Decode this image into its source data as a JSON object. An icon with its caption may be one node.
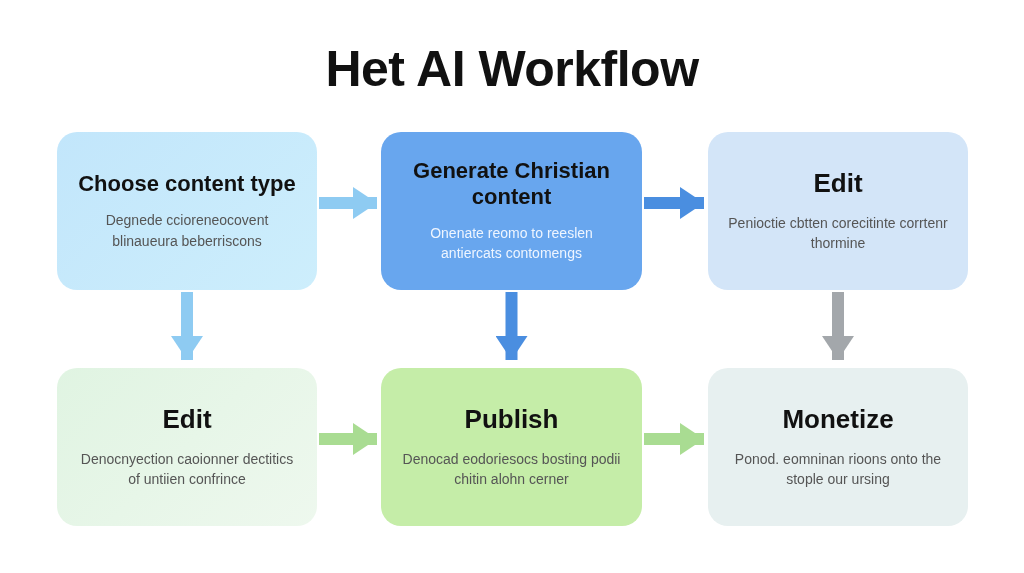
{
  "diagram": {
    "title": "Het AI Workflow",
    "nodes": [
      {
        "text": [
          "Choose content type",
          "Degnede ccioreneocovent blinaueura beberriscons"
        ]
      },
      {
        "text": [
          "Generate Christian content",
          "Onenate reomo to reeslen antiercats contomengs"
        ]
      },
      {
        "text": [
          "Edit",
          "Penioctie cbtten corecitinte corrtenr thormine"
        ]
      },
      {
        "text": [
          "Edit",
          "Denocnyection caoionner dectitics of untiien confrince"
        ]
      },
      {
        "text": [
          "Publish",
          "Denocad eodoriesocs bosting podii chitin alohn cerner"
        ]
      },
      {
        "text": [
          "Monetize",
          "Ponod. eomninan rioons onto the stople our ursing"
        ]
      }
    ],
    "edges": [
      {
        "from": 0,
        "to": 1,
        "arrow": "to",
        "color": "#8ecbf2"
      },
      {
        "from": 1,
        "to": 2,
        "arrow": "to",
        "color": "#4a8ee0"
      },
      {
        "from": 0,
        "to": 3,
        "arrow": "to",
        "color": "#8ecbf2"
      },
      {
        "from": 1,
        "to": 4,
        "arrow": "to",
        "color": "#4a8ee0"
      },
      {
        "from": 2,
        "to": 5,
        "arrow": "to",
        "color": "#a3a7ab"
      },
      {
        "from": 3,
        "to": 4,
        "arrow": "to",
        "color": "#a9dc92"
      },
      {
        "from": 4,
        "to": 5,
        "arrow": "to",
        "color": "#a9dc92"
      }
    ]
  }
}
